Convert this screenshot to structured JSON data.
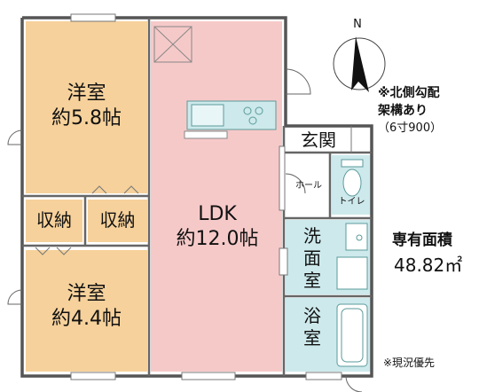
{
  "rooms": {
    "western1": {
      "name": "洋室",
      "size": "約5.8帖"
    },
    "western2": {
      "name": "洋室",
      "size": "約4.4帖"
    },
    "ldk": {
      "name": "LDK",
      "size": "約12.0帖"
    },
    "storage1": "収納",
    "storage2": "収納",
    "entrance": "玄関",
    "hall": "ホール",
    "toilet": "トイレ",
    "washroom": [
      "洗",
      "面",
      "室"
    ],
    "bathroom": [
      "浴",
      "室"
    ]
  },
  "compass": {
    "label": "N"
  },
  "roof_note": {
    "line1": "※北側勾配",
    "line2": "架構あり",
    "line3": "（6寸900）"
  },
  "area": {
    "title": "専有面積",
    "value": "48.82㎡"
  },
  "footnote": "※現況優先",
  "colors": {
    "bedroom": "#f6d19b",
    "ldk": "#f6c9c9",
    "wet": "#cde9ec",
    "wall": "#555555"
  }
}
